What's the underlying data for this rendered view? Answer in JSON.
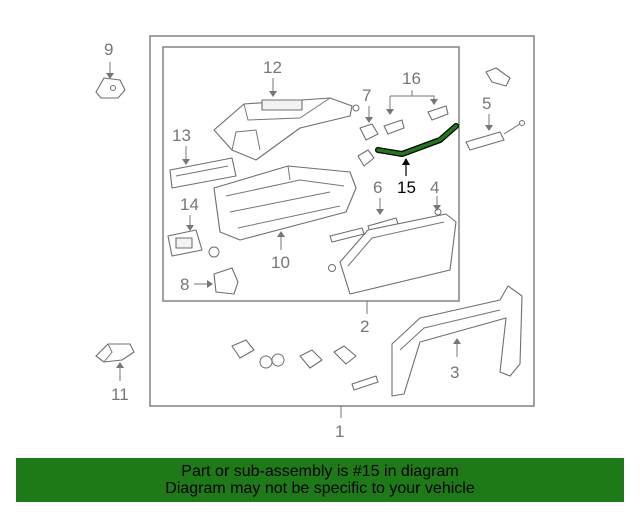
{
  "callouts": {
    "c1": "1",
    "c2": "2",
    "c3": "3",
    "c4": "4",
    "c5": "5",
    "c6": "6",
    "c7": "7",
    "c8": "8",
    "c9": "9",
    "c10": "10",
    "c11": "11",
    "c12": "12",
    "c13": "13",
    "c14": "14",
    "c15": "15",
    "c16": "16"
  },
  "highlight_color": "#1e7a17",
  "banner": {
    "line1": "Part or sub-assembly is #15 in diagram",
    "line2": "Diagram may not be specific to your vehicle"
  }
}
